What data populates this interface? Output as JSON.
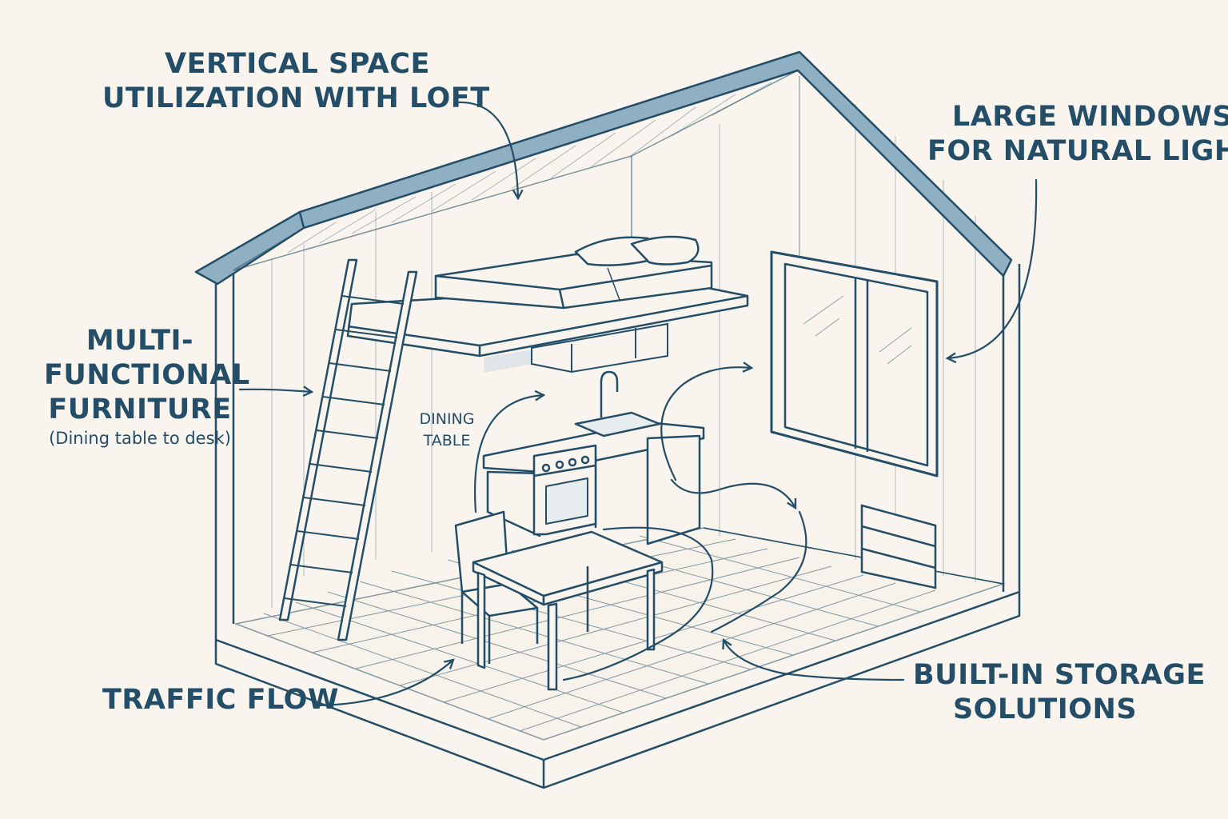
{
  "labels": {
    "loft": {
      "line1": "VERTICAL SPACE",
      "line2": "UTILIZATION WITH LOFT"
    },
    "windows": {
      "line1": "LARGE WINDOWS",
      "line2": "FOR NATURAL LIGHT"
    },
    "furniture": {
      "line1": "MULTI-",
      "line2": "FUNCTIONAL",
      "line3": "FURNITURE",
      "note": "(Dining table to desk)"
    },
    "dining": {
      "line1": "DINING",
      "line2": "TABLE"
    },
    "traffic": {
      "text": "TRAFFIC FLOW"
    },
    "storage": {
      "line1": "BUILT-IN STORAGE",
      "line2": "SOLUTIONS"
    }
  },
  "colors": {
    "background": "#f9f5ee",
    "ink": "#244d67",
    "roof": "#8eb0c2",
    "loft_shadow": "#dfe5e8"
  }
}
